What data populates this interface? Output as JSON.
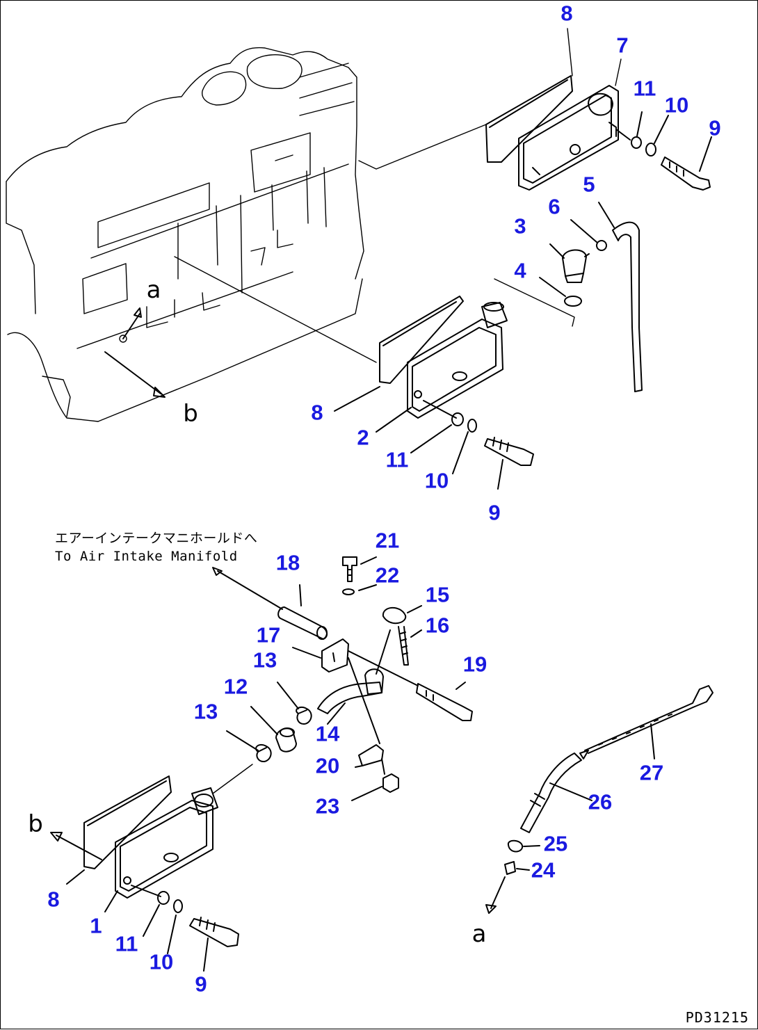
{
  "callouts": [
    {
      "id": "c8a",
      "label": "8"
    },
    {
      "id": "c7",
      "label": "7"
    },
    {
      "id": "c11a",
      "label": "11"
    },
    {
      "id": "c10a",
      "label": "10"
    },
    {
      "id": "c9a",
      "label": "9"
    },
    {
      "id": "c5",
      "label": "5"
    },
    {
      "id": "c6",
      "label": "6"
    },
    {
      "id": "c3",
      "label": "3"
    },
    {
      "id": "c4",
      "label": "4"
    },
    {
      "id": "c8b",
      "label": "8"
    },
    {
      "id": "c2",
      "label": "2"
    },
    {
      "id": "c11b",
      "label": "11"
    },
    {
      "id": "c10b",
      "label": "10"
    },
    {
      "id": "c9b",
      "label": "9"
    },
    {
      "id": "c21",
      "label": "21"
    },
    {
      "id": "c22",
      "label": "22"
    },
    {
      "id": "c18",
      "label": "18"
    },
    {
      "id": "c15",
      "label": "15"
    },
    {
      "id": "c16",
      "label": "16"
    },
    {
      "id": "c17",
      "label": "17"
    },
    {
      "id": "c13a",
      "label": "13"
    },
    {
      "id": "c19",
      "label": "19"
    },
    {
      "id": "c12",
      "label": "12"
    },
    {
      "id": "c13b",
      "label": "13"
    },
    {
      "id": "c14",
      "label": "14"
    },
    {
      "id": "c20",
      "label": "20"
    },
    {
      "id": "c27",
      "label": "27"
    },
    {
      "id": "c23",
      "label": "23"
    },
    {
      "id": "c26",
      "label": "26"
    },
    {
      "id": "c25",
      "label": "25"
    },
    {
      "id": "c24",
      "label": "24"
    },
    {
      "id": "c8c",
      "label": "8"
    },
    {
      "id": "c1",
      "label": "1"
    },
    {
      "id": "c11c",
      "label": "11"
    },
    {
      "id": "c10c",
      "label": "10"
    },
    {
      "id": "c9c",
      "label": "9"
    }
  ],
  "letters": {
    "a1": "a",
    "b1": "b",
    "b2": "b",
    "a2": "a"
  },
  "note": {
    "jp": "エアーインテークマニホールドへ",
    "en": "To Air Intake Manifold"
  },
  "drawing_code": "PD31215",
  "colors": {
    "callout": "#1a1ae0",
    "line": "#000000"
  }
}
